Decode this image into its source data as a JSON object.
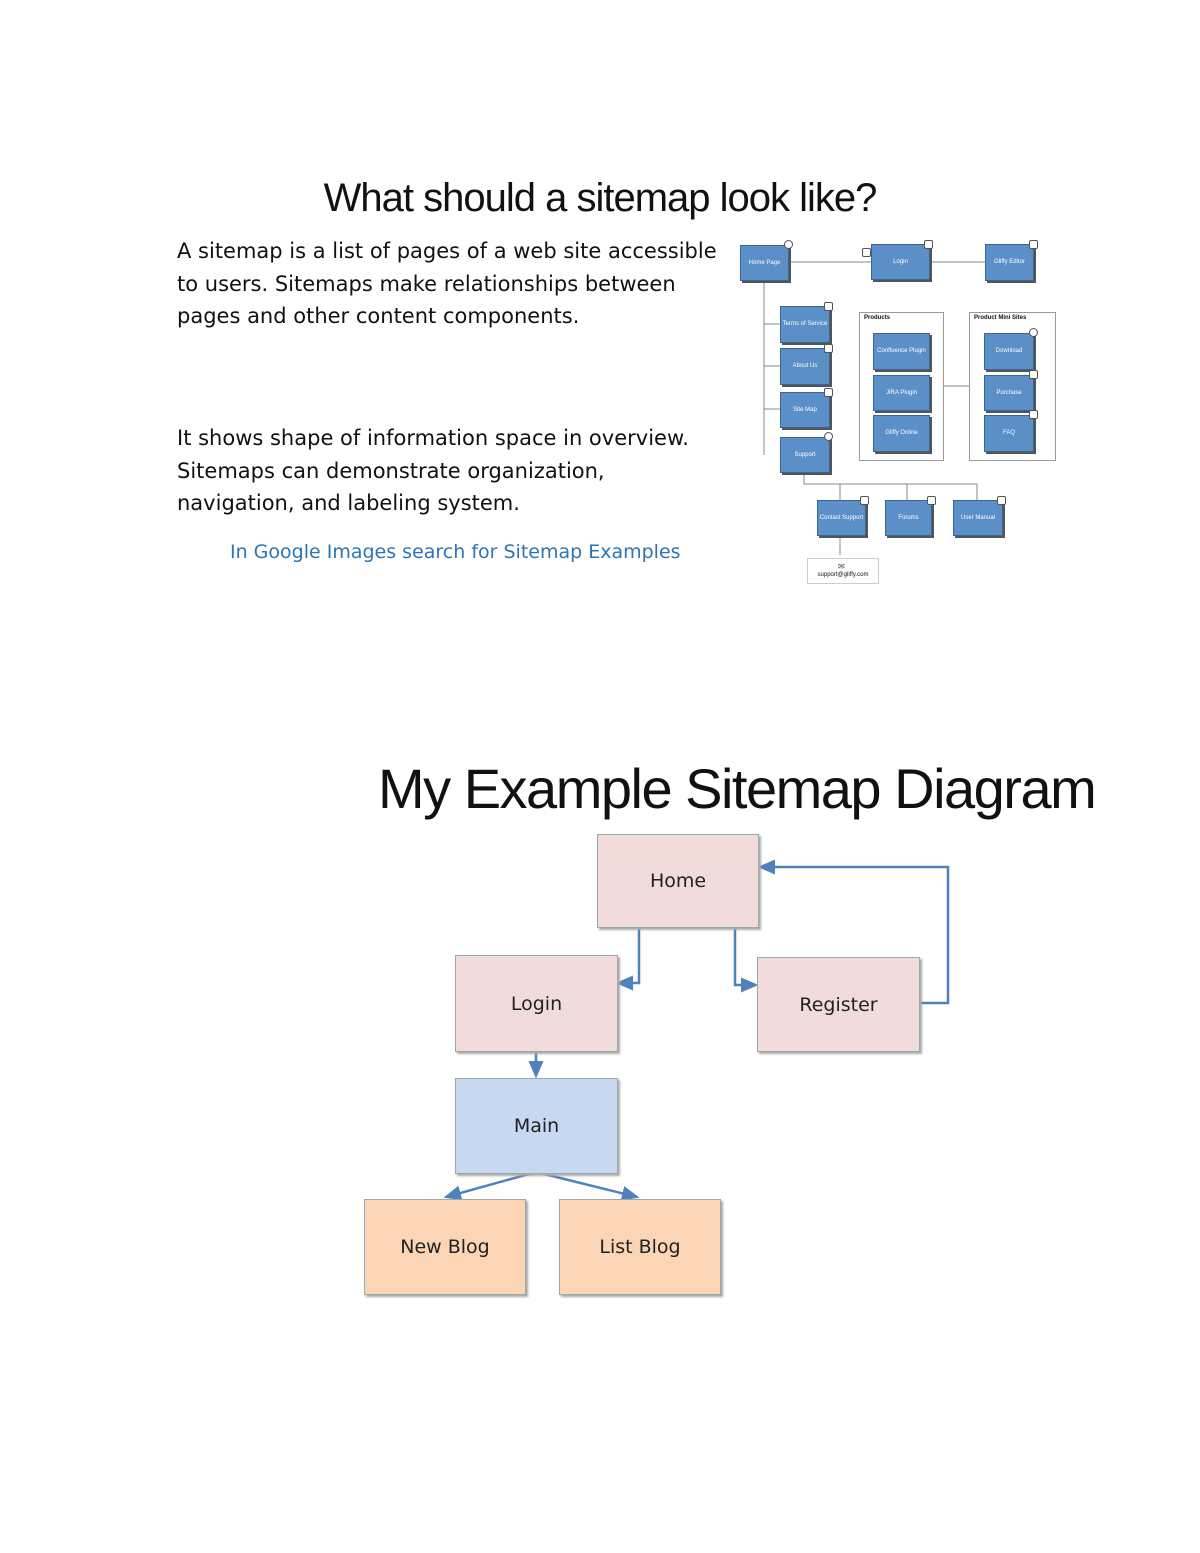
{
  "slide1": {
    "title": "What should a sitemap look like?",
    "paragraph1": "A sitemap is a list of pages of a web site accessible to users. Sitemaps make relationships between pages and other content components.",
    "paragraph2": "It shows shape of information space in overview. Sitemaps can demonstrate organization, navigation, and labeling system.",
    "link": "In Google Images search for Sitemap Examples",
    "example_image": {
      "home": "Home Page",
      "login": "Login",
      "editor": "Gliffy Editor",
      "terms": "Terms of Service",
      "about": "About Us",
      "sitemap": "Site Map",
      "support": "Support",
      "products_title": "Products",
      "products": [
        "Confluence Plugin",
        "JIRA Plugin",
        "Gliffy Online"
      ],
      "minisites_title": "Product Mini Sites",
      "minisites": [
        "Download",
        "Purchase",
        "FAQ"
      ],
      "support_children": [
        "Contact Support",
        "Forums",
        "User Manual"
      ],
      "email": "support@gliffy.com"
    }
  },
  "slide2": {
    "title": "My Example Sitemap Diagram",
    "nodes": {
      "home": "Home",
      "login": "Login",
      "register": "Register",
      "main": "Main",
      "new_blog": "New Blog",
      "list_blog": "List Blog"
    },
    "colors": {
      "page": "#f2dcdb",
      "main": "#c6d9f1",
      "blog": "#fbd5b5",
      "arrow": "#4f81bd"
    }
  }
}
